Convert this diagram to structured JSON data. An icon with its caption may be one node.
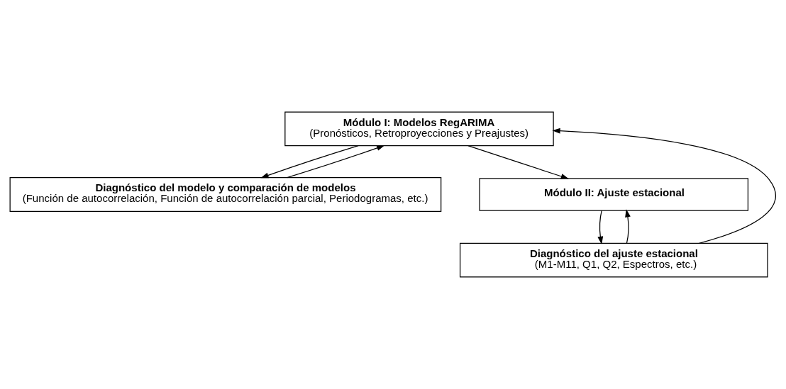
{
  "diagram": {
    "nodes": [
      {
        "text": [
          "Módulo I: Modelos RegARIMA",
          "(Pronósticos, Retroproyecciones y Preajustes)"
        ]
      },
      {
        "text": [
          "Diagnóstico del modelo y comparación de modelos",
          "(Función de autocorrelación, Función de autocorrelación parcial, Periodogramas, etc.)"
        ]
      },
      {
        "text": [
          "Módulo II: Ajuste estacional"
        ]
      },
      {
        "text": [
          "Diagnóstico del ajuste estacional",
          "(M1-M11, Q1, Q2, Espectros, etc.)"
        ]
      }
    ],
    "edges": [
      {
        "from": 0,
        "to": 1,
        "arrow": "to"
      },
      {
        "from": 1,
        "to": 0,
        "arrow": "to"
      },
      {
        "from": 0,
        "to": 2,
        "arrow": "to"
      },
      {
        "from": 2,
        "to": 3,
        "arrow": "to"
      },
      {
        "from": 3,
        "to": 2,
        "arrow": "to"
      },
      {
        "from": 3,
        "to": 0,
        "arrow": "to"
      }
    ]
  }
}
